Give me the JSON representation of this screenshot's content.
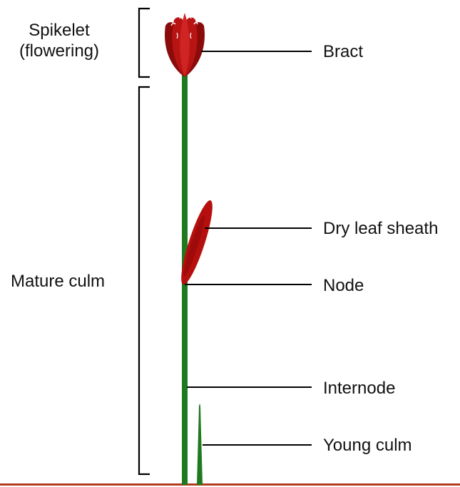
{
  "labels": {
    "spikelet_line1": "Spikelet",
    "spikelet_line2": "(flowering)",
    "mature_culm": "Mature culm",
    "bract": "Bract",
    "dry_leaf_sheath": "Dry leaf sheath",
    "node": "Node",
    "internode": "Internode",
    "young_culm": "Young culm"
  },
  "colors": {
    "stem": "#1f7a1f",
    "bract_dark": "#8b0a0a",
    "bract_light": "#c01a1a",
    "ground": "#b23a1e",
    "line": "#000000"
  }
}
